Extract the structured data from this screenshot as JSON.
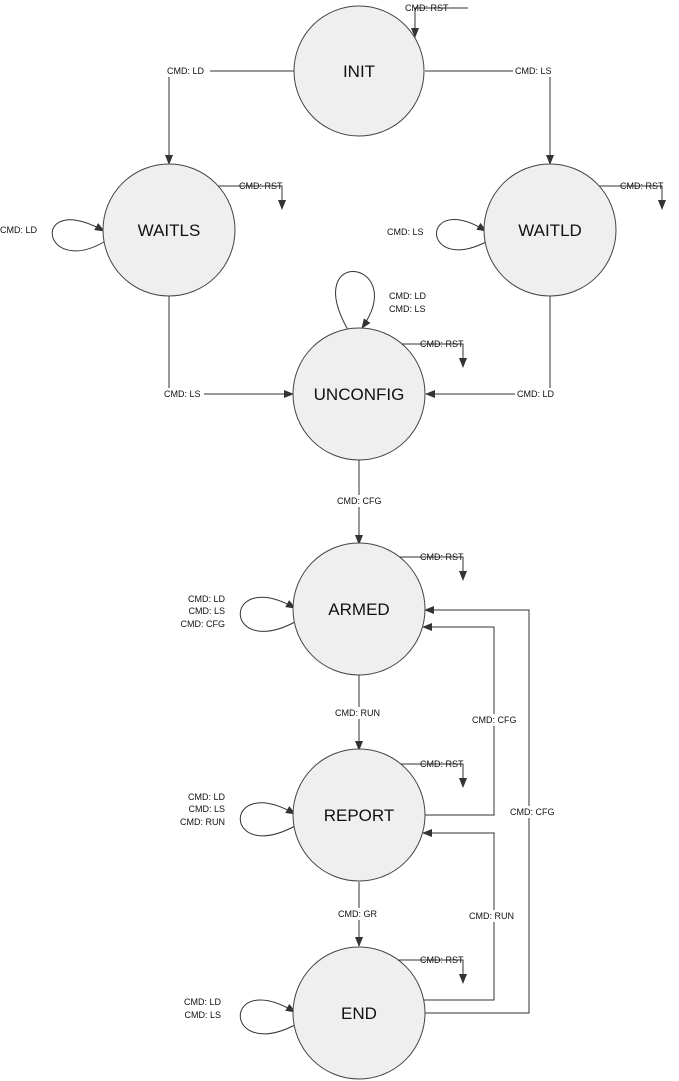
{
  "states": {
    "init": "INIT",
    "waitls": "WAITLS",
    "waitld": "WAITLD",
    "unconfig": "UNCONFIG",
    "armed": "ARMED",
    "report": "REPORT",
    "end": "END"
  },
  "transitions": {
    "init_rst": "CMD: RST",
    "init_to_waitls": "CMD: LD",
    "init_to_waitld": "CMD: LS",
    "waitls_rst": "CMD: RST",
    "waitls_self": "CMD: LD",
    "waitld_rst": "CMD: RST",
    "waitld_self": "CMD: LS",
    "unconfig_self_1": "CMD: LD",
    "unconfig_self_2": "CMD: LS",
    "unconfig_rst": "CMD: RST",
    "waitls_to_unconfig": "CMD: LS",
    "waitld_to_unconfig": "CMD: LD",
    "unconfig_to_armed": "CMD: CFG",
    "armed_rst": "CMD: RST",
    "armed_self_1": "CMD: LD",
    "armed_self_2": "CMD: LS",
    "armed_self_3": "CMD: CFG",
    "armed_to_report": "CMD: RUN",
    "report_to_armed": "CMD: CFG",
    "end_to_armed": "CMD: CFG",
    "report_rst": "CMD: RST",
    "report_self_1": "CMD: LD",
    "report_self_2": "CMD: LS",
    "report_self_3": "CMD: RUN",
    "report_to_end": "CMD: GR",
    "end_to_report": "CMD: RUN",
    "end_rst": "CMD: RST",
    "end_self_1": "CMD: LD",
    "end_self_2": "CMD: LS"
  }
}
